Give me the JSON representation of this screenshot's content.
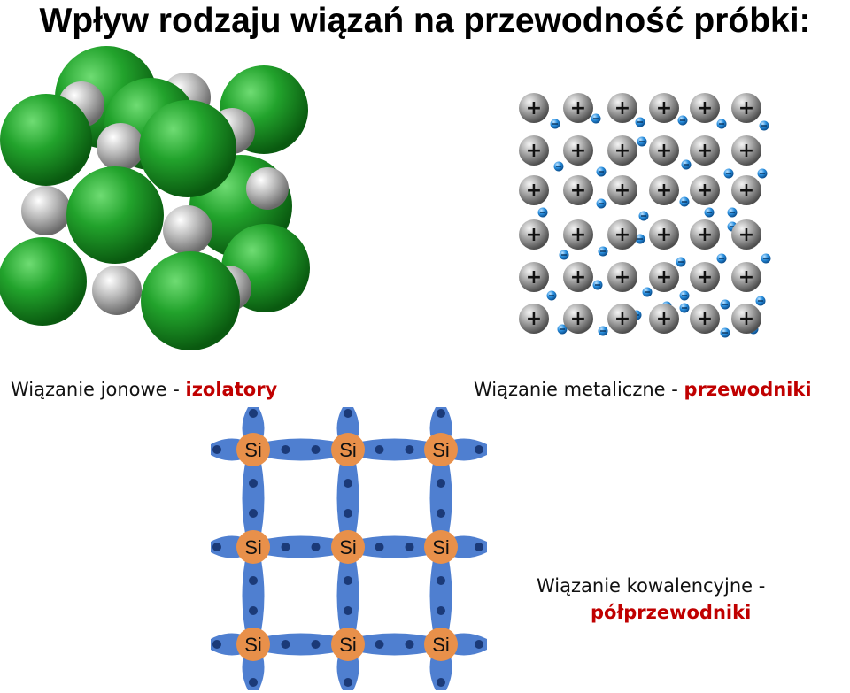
{
  "title": "Wpływ rodzaju wiązań na przewodność próbki:",
  "ionic": {
    "caption_prefix": "Wiązanie jonowe - ",
    "caption_highlight": "izolatory",
    "colors": {
      "anion": "#1f9a2a",
      "cation": "#b8b8b8"
    }
  },
  "metallic": {
    "caption_prefix": "Wiązanie metaliczne - ",
    "caption_highlight": "przewodniki",
    "ion_symbol": "+",
    "electron_symbol": "-",
    "colors": {
      "ion": "#8a8a8a",
      "electron": "#1a7fd0"
    }
  },
  "covalent": {
    "caption_line1": "Wiązanie  kowalencyjne -",
    "caption_highlight": "półprzewodniki",
    "atom_label": "Si",
    "colors": {
      "bond": "#4f7fd0",
      "atom": "#e8904a",
      "electron": "#1b3a78"
    }
  },
  "colors": {
    "highlight": "#c00000"
  }
}
